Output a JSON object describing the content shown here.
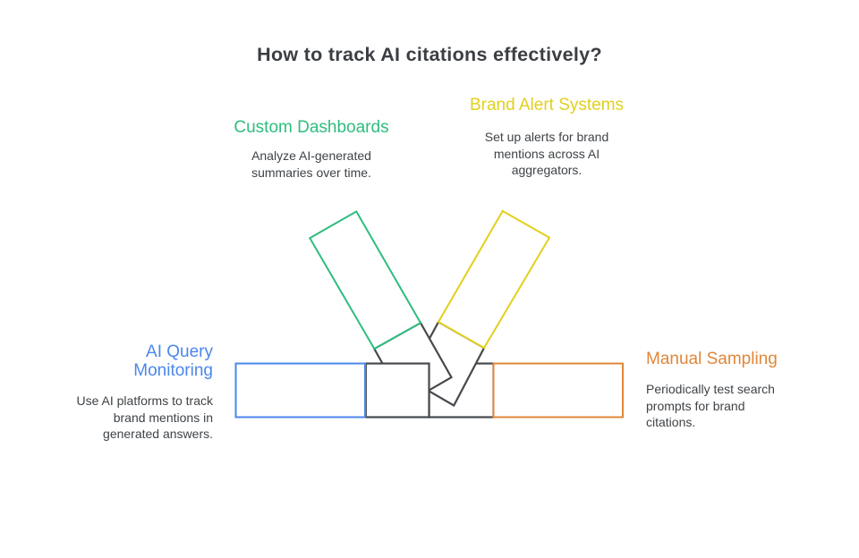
{
  "title": "How to track AI citations effectively?",
  "colors": {
    "green": "#2ebd7e",
    "yellow": "#e2d01c",
    "blue": "#4b87ea",
    "orange": "#e0873a",
    "dark": "#46494d",
    "text": "#3f4347",
    "title_text": "#3b3e43"
  },
  "sections": {
    "custom_dashboards": {
      "label": "Custom Dashboards",
      "description": "Analyze AI-generated\nsummaries over time."
    },
    "brand_alert_systems": {
      "label": "Brand Alert Systems",
      "description": "Set up alerts for brand\nmentions across AI\naggregators."
    },
    "ai_query_monitoring": {
      "label": "AI Query\nMonitoring",
      "description": "Use AI platforms to track\nbrand mentions in\ngenerated answers."
    },
    "manual_sampling": {
      "label": "Manual Sampling",
      "description": "Periodically test search\nprompts for brand\ncitations."
    }
  }
}
